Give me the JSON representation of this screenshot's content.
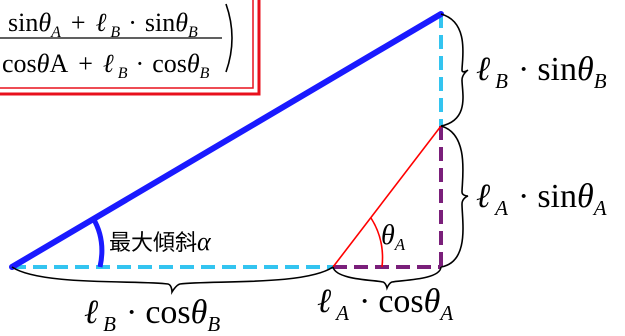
{
  "formula": {
    "numerator": {
      "t1_func": "sin",
      "t1_sym": "θ",
      "t1_sub": "A",
      "plus": "+",
      "t2_l": "ℓ",
      "t2_lsub": "B",
      "dot": "·",
      "t2_func": "sin",
      "t2_sym": "θ",
      "t2_sub": "B"
    },
    "denominator": {
      "t1_func": "cos",
      "t1_sym": "θ",
      "t1_rest": "A",
      "plus": "+",
      "t2_l": "ℓ",
      "t2_lsub": "B",
      "dot": "·",
      "t2_func": "cos",
      "t2_sym": "θ",
      "t2_sub": "B"
    }
  },
  "labels": {
    "lb_sin": {
      "l": "ℓ",
      "sub": "B",
      "dot": "·",
      "func": "sin",
      "sym": "θ",
      "sym_sub": "B"
    },
    "la_sin": {
      "l": "ℓ",
      "sub": "A",
      "dot": "·",
      "func": "sin",
      "sym": "θ",
      "sym_sub": "A"
    },
    "lb_cos": {
      "l": "ℓ",
      "sub": "B",
      "dot": "·",
      "func": "cos",
      "sym": "θ",
      "sym_sub": "B"
    },
    "la_cos": {
      "l": "ℓ",
      "sub": "A",
      "dot": "·",
      "func": "cos",
      "sym": "θ",
      "sym_sub": "A"
    },
    "theta_a": {
      "sym": "θ",
      "sub": "A"
    },
    "max_slope": {
      "text": "最大傾斜",
      "sym": "α"
    }
  },
  "colors": {
    "main_line": "#1a1aff",
    "dash_b": "#33c4f0",
    "dash_a": "#7a1f7a",
    "link_a": "#ff0000",
    "box_border": "#e8101c"
  }
}
